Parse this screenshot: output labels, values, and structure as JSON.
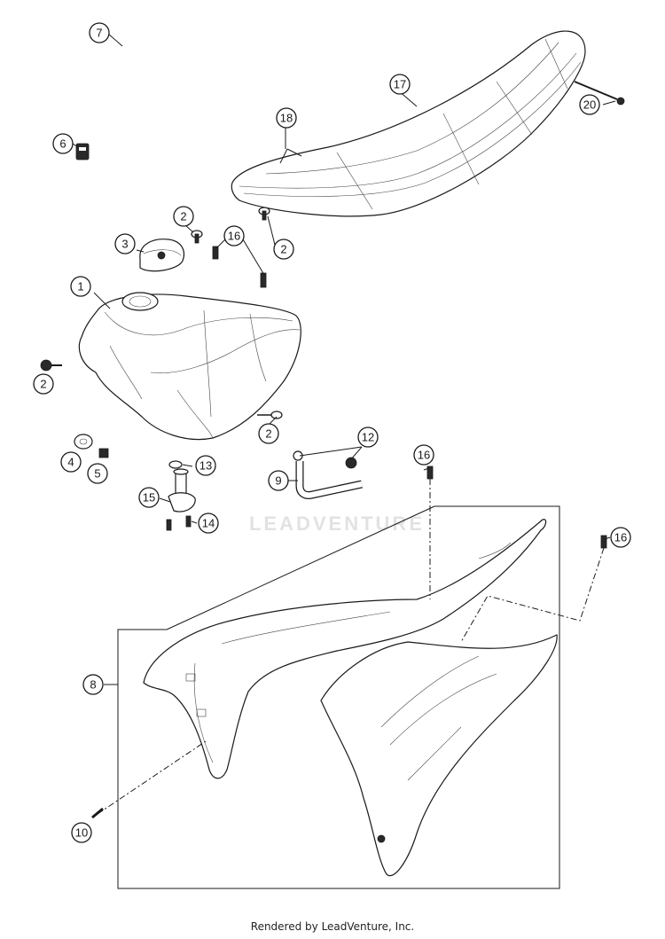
{
  "footer_text": "Rendered by LeadVenture, Inc.",
  "watermark_text": "LEADVENTURE",
  "callouts": {
    "c1": "1",
    "c2a": "2",
    "c2b": "2",
    "c2c": "2",
    "c2d": "2",
    "c3": "3",
    "c4": "4",
    "c5": "5",
    "c6": "6",
    "c7": "7",
    "c8": "8",
    "c9": "9",
    "c10": "10",
    "c12": "12",
    "c13": "13",
    "c14": "14",
    "c15": "15",
    "c16a": "16",
    "c16b": "16",
    "c16c": "16",
    "c17": "17",
    "c18": "18",
    "c20": "20"
  }
}
